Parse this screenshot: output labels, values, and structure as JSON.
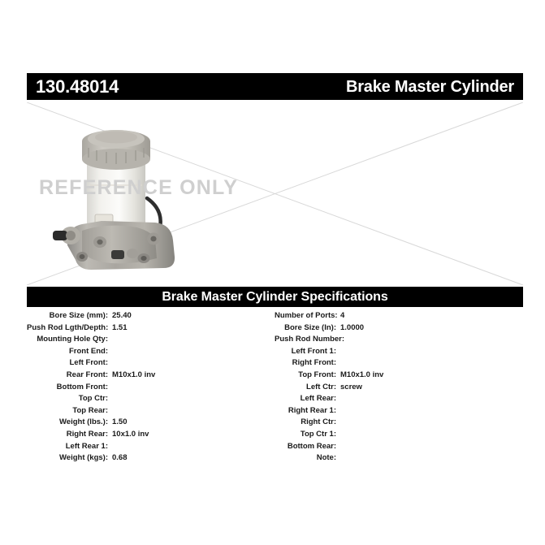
{
  "header": {
    "part_number": "130.48014",
    "product_title": "Brake Master Cylinder"
  },
  "image": {
    "watermark": "REFERENCE ONLY",
    "photo_alt": "brake-master-cylinder-photo"
  },
  "spec_section": {
    "title": "Brake Master Cylinder Specifications",
    "left_column": [
      {
        "label": "Bore Size (mm):",
        "value": "25.40"
      },
      {
        "label": "Push Rod Lgth/Depth:",
        "value": "1.51"
      },
      {
        "label": "Mounting Hole Qty:",
        "value": ""
      },
      {
        "label": "Front End:",
        "value": ""
      },
      {
        "label": "Left Front:",
        "value": ""
      },
      {
        "label": "Rear Front:",
        "value": "M10x1.0 inv"
      },
      {
        "label": "Bottom Front:",
        "value": ""
      },
      {
        "label": "Top Ctr:",
        "value": ""
      },
      {
        "label": "Top Rear:",
        "value": ""
      },
      {
        "label": "Weight (lbs.):",
        "value": "1.50"
      },
      {
        "label": "Right Rear:",
        "value": "10x1.0 inv"
      },
      {
        "label": "Left Rear 1:",
        "value": ""
      },
      {
        "label": "Weight (kgs):",
        "value": "0.68"
      }
    ],
    "right_column": [
      {
        "label": "Number of Ports:",
        "value": "4"
      },
      {
        "label": "Bore Size (In):",
        "value": "1.0000"
      },
      {
        "label": "Push Rod Number:",
        "value": ""
      },
      {
        "label": "Left Front 1:",
        "value": ""
      },
      {
        "label": "Right Front:",
        "value": ""
      },
      {
        "label": "Top Front:",
        "value": "M10x1.0 inv"
      },
      {
        "label": "Left Ctr:",
        "value": "screw"
      },
      {
        "label": "Left Rear:",
        "value": ""
      },
      {
        "label": "Right Rear 1:",
        "value": ""
      },
      {
        "label": "Right Ctr:",
        "value": ""
      },
      {
        "label": "Top Ctr 1:",
        "value": ""
      },
      {
        "label": "Bottom Rear:",
        "value": ""
      },
      {
        "label": "Note:",
        "value": ""
      }
    ]
  },
  "colors": {
    "bar_background": "#000000",
    "bar_text": "#ffffff",
    "page_background": "#ffffff",
    "watermark": "#cfcfcf",
    "guide_line": "#d4d4d4"
  }
}
